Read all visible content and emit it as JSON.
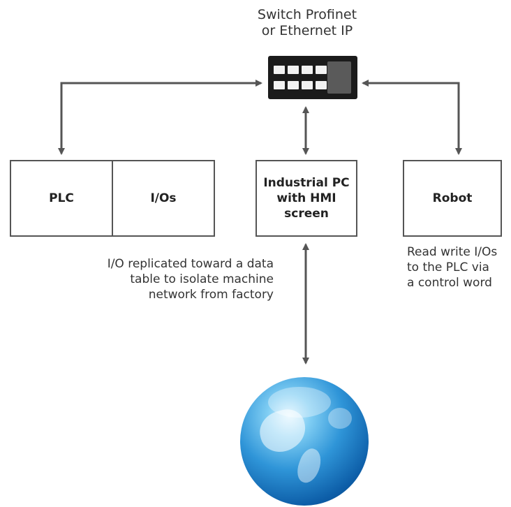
{
  "switch": {
    "label_lines": [
      "Switch Profinet",
      "or Ethernet IP"
    ]
  },
  "boxes": {
    "plc": "PLC",
    "ios": "I/Os",
    "industrial_pc": [
      "Industrial PC",
      "with HMI",
      "screen"
    ],
    "robot": "Robot"
  },
  "notes": {
    "left": [
      "I/O replicated toward a data",
      "table to isolate machine",
      "network from factory"
    ],
    "right": [
      "Read write I/Os",
      "to the PLC via",
      "a control word"
    ]
  },
  "colors": {
    "line": "#555555",
    "switch_body": "#1b1b1b",
    "globe": "#2f95d8"
  },
  "icons": {
    "network_switch": "network-switch-icon",
    "internet": "globe-icon"
  }
}
